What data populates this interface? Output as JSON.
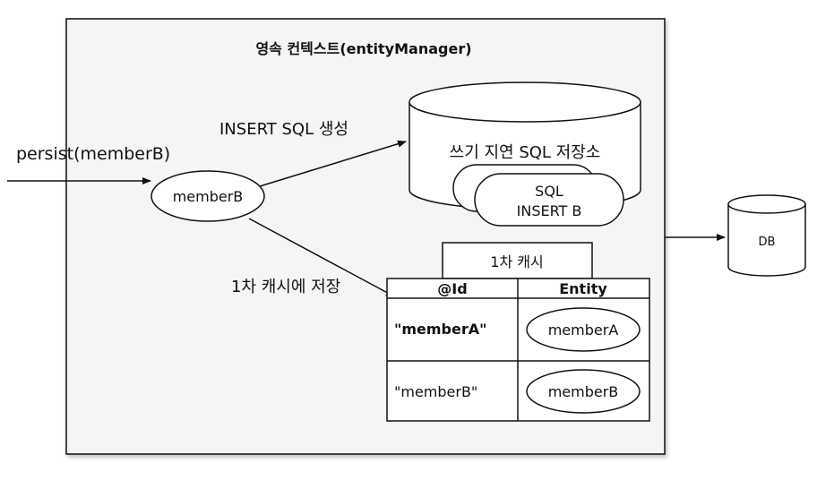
{
  "context": {
    "title": "영속 컨텍스트(entityManager)"
  },
  "call": {
    "label": "persist(memberB)"
  },
  "entity": {
    "label": "memberB"
  },
  "arrows": {
    "insert_sql": "INSERT SQL 생성",
    "save_cache": "1차 캐시에 저장"
  },
  "write_store": {
    "label": "쓰기 지연 SQL 저장소",
    "sql_line1": "SQL",
    "sql_line2": "INSERT B"
  },
  "cache": {
    "title": "1차 캐시",
    "columns": [
      "@Id",
      "Entity"
    ],
    "rows": [
      {
        "id": "\"memberA\"",
        "entity": "memberA"
      },
      {
        "id": "\"memberB\"",
        "entity": "memberB"
      }
    ]
  },
  "db": {
    "label": "DB"
  },
  "colors": {
    "context_bg": "#f5f5f5",
    "stroke": "#111111"
  }
}
